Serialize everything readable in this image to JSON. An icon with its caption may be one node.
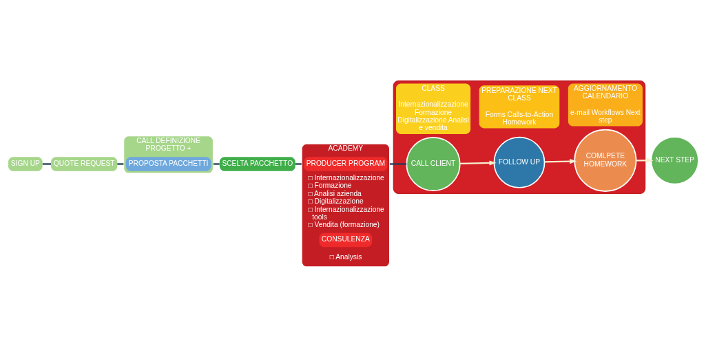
{
  "diagram": {
    "nodes": [
      {
        "text": [
          "SIGN UP"
        ]
      },
      {
        "text": [
          "QUOTE REQUEST"
        ]
      },
      {
        "text": [
          "CALL DEFINIZIONE PROGETTO +"
        ]
      },
      {
        "text": [
          "PROPOSTA PACCHETTI"
        ],
        "in": 2
      },
      {
        "text": [
          "SCELTA PACCHETTO"
        ]
      },
      {
        "text": [
          "ACADEMY"
        ]
      },
      {
        "text": [
          "PRODUCER PROGRAM"
        ],
        "in": 5,
        "beside": [
          "□ Internazionalizzazione",
          "□ Formazione",
          "□ Analisi azienda",
          "□ Digitalizzazione",
          "□ Internazionalizzazione tools",
          "□ Vendita (formazione)"
        ]
      },
      {
        "text": [
          "CONSULENZA"
        ],
        "in": 5,
        "beside": [
          "□ Analysis"
        ]
      },
      {
        "text": [],
        "shape": "box"
      },
      {
        "text": [
          "CLASS",
          "Internazionalizzazione Formazione Digitalizzazione Analisi e vendita"
        ],
        "in": 8
      },
      {
        "text": [
          "PREPARAZIONE NEXT CLASS",
          "Forms Calls-to-Action Homework"
        ],
        "in": 8
      },
      {
        "text": [
          "AGGIORNAMENTO CALENDARIO",
          "e-mail Workflows Next step"
        ],
        "in": 8
      },
      {
        "text": [
          "CALL CLIENT"
        ],
        "in": 8
      },
      {
        "text": [
          "FOLLOW UP"
        ],
        "in": 8
      },
      {
        "text": [
          "COMLPETE HOMEWORK"
        ],
        "in": 8
      },
      {
        "text": [
          "NEXT STEP"
        ]
      }
    ],
    "edges": [
      {
        "from": 0,
        "to": 1,
        "arrow": "none"
      },
      {
        "from": 1,
        "to": 2,
        "arrow": "none"
      },
      {
        "from": 2,
        "to": 4,
        "arrow": "none"
      },
      {
        "from": 4,
        "to": 5,
        "arrow": "none"
      },
      {
        "from": 5,
        "to": 12,
        "arrow": "none"
      },
      {
        "from": 12,
        "to": 13,
        "arrow": "to",
        "color": "#f7efcf"
      },
      {
        "from": 13,
        "to": 14,
        "arrow": "to",
        "color": "#f7efcf"
      },
      {
        "from": 14,
        "to": 15,
        "arrow": "to",
        "color": "#f7efcf"
      }
    ]
  }
}
